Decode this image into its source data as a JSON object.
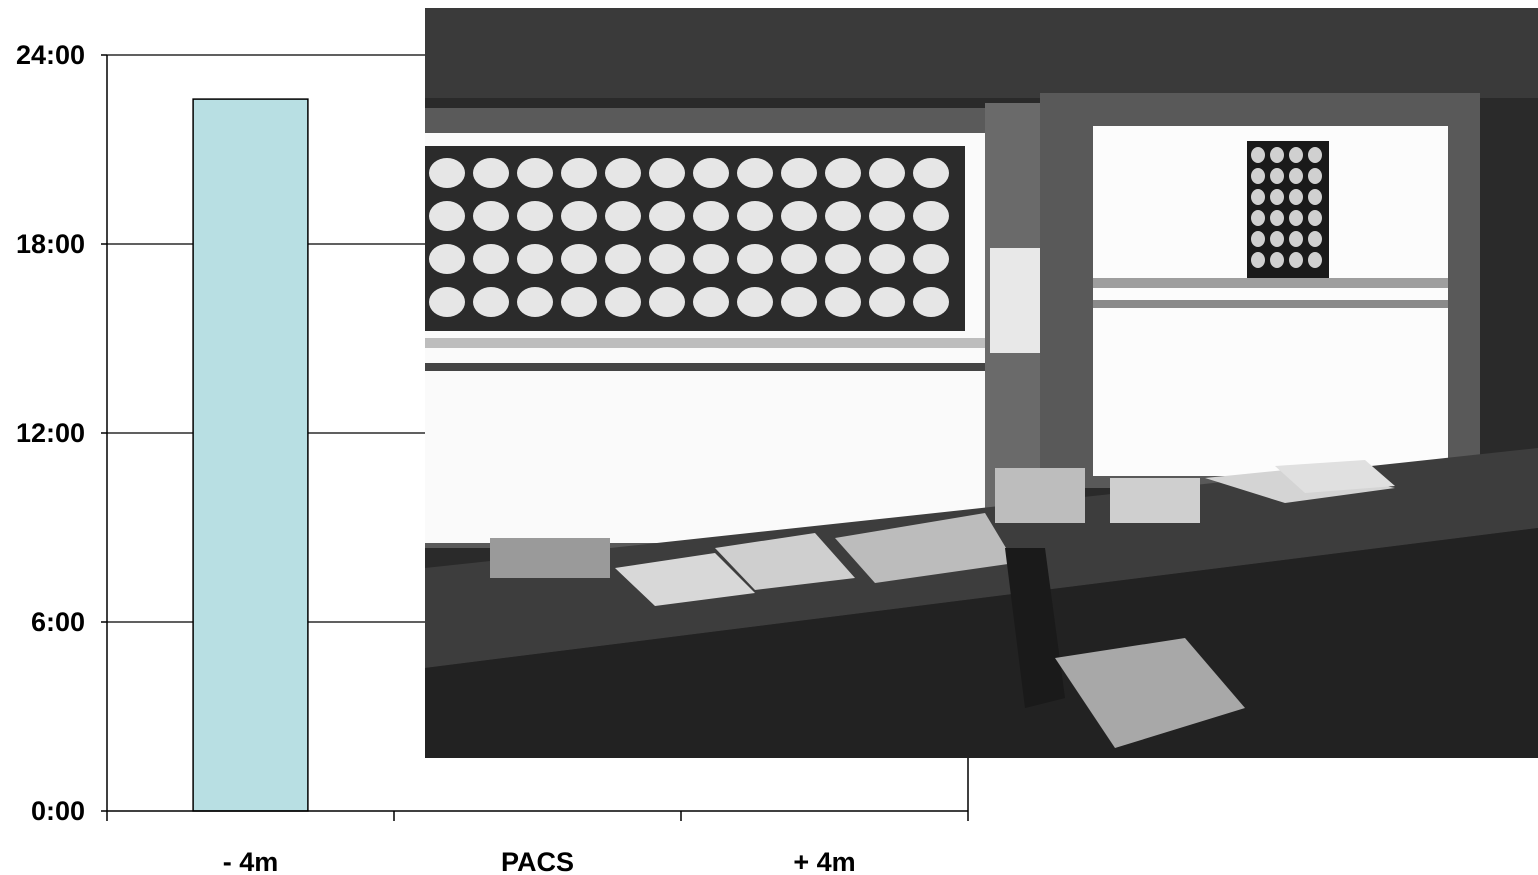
{
  "chart_data": {
    "type": "bar",
    "categories": [
      "- 4m",
      "PACS",
      "+ 4m"
    ],
    "values": [
      22.6,
      null,
      null
    ],
    "ylim": [
      0,
      24
    ],
    "yticks": [
      0,
      6,
      12,
      18,
      24
    ],
    "ytick_labels": [
      "0:00",
      "6:00",
      "12:00",
      "18:00",
      "24:00"
    ],
    "grid": true,
    "bar_color": "#b8dfe3"
  },
  "overlay_photo": {
    "description_icon": "reading-room-photo",
    "light_color": "#ffffff",
    "dark_color": "#1f1f1f"
  }
}
